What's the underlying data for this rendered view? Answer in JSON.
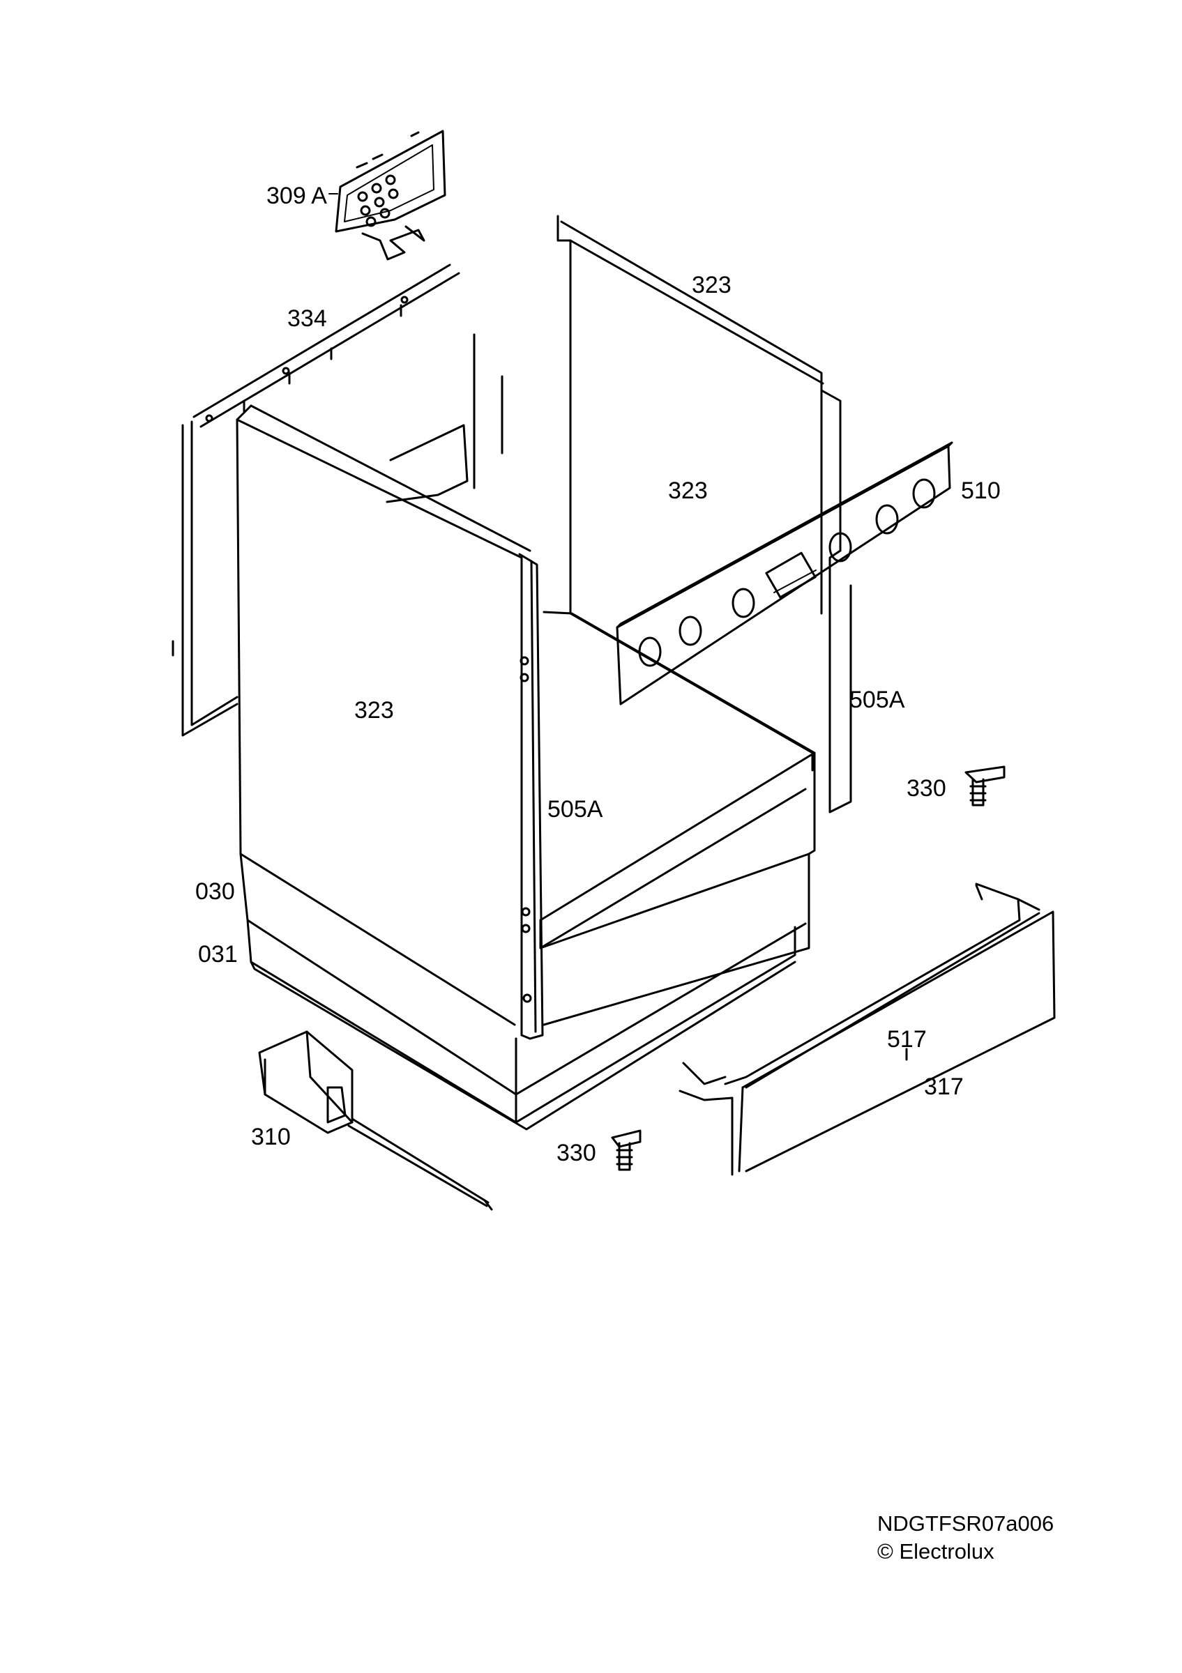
{
  "parts": [
    {
      "id": "part-309a",
      "label": "309 A"
    },
    {
      "id": "part-334",
      "label": "334"
    },
    {
      "id": "part-323-rear",
      "label": "323"
    },
    {
      "id": "part-323-right",
      "label": "323"
    },
    {
      "id": "part-510",
      "label": "510"
    },
    {
      "id": "part-323-left",
      "label": "323"
    },
    {
      "id": "part-505a-rear",
      "label": "505A"
    },
    {
      "id": "part-330-right",
      "label": "330"
    },
    {
      "id": "part-505a-front",
      "label": "505A"
    },
    {
      "id": "part-030",
      "label": "030"
    },
    {
      "id": "part-031",
      "label": "031"
    },
    {
      "id": "part-517",
      "label": "517"
    },
    {
      "id": "part-317",
      "label": "317"
    },
    {
      "id": "part-310",
      "label": "310"
    },
    {
      "id": "part-330-bottom",
      "label": "330"
    }
  ],
  "footer": {
    "code": "NDGTFSR07a006",
    "copyright": "© Electrolux"
  }
}
